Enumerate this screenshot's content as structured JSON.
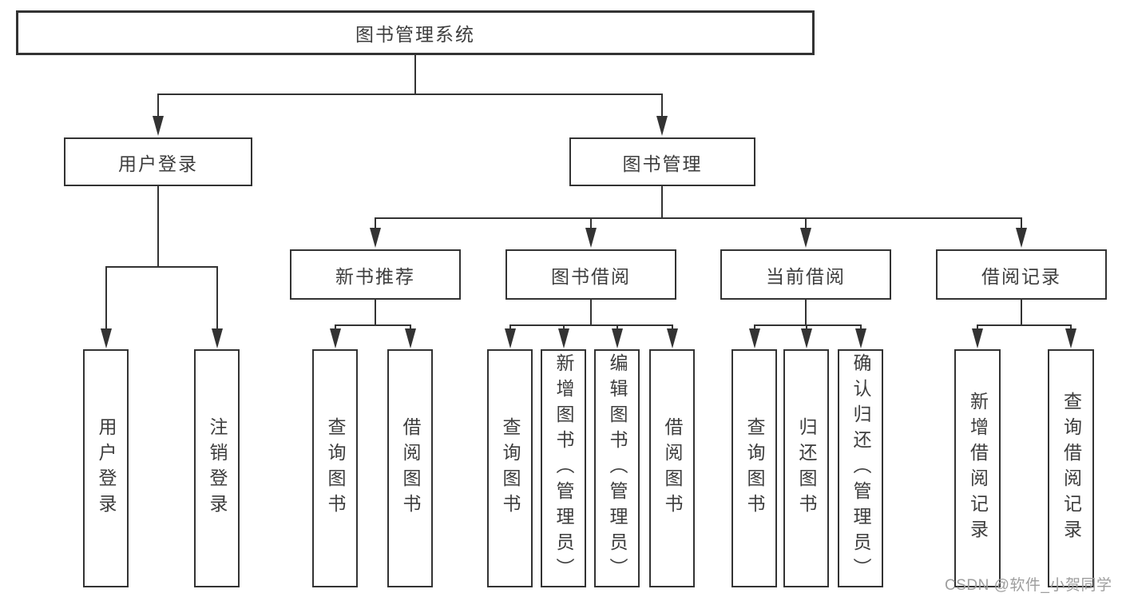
{
  "diagram": {
    "root": "图书管理系统",
    "level1": [
      "用户登录",
      "图书管理"
    ],
    "level2": [
      "新书推荐",
      "图书借阅",
      "当前借阅",
      "借阅记录"
    ],
    "leaves": [
      "用户登录",
      "注销登录",
      "查询图书",
      "借阅图书",
      "查询图书",
      "新增图书（管理员）",
      "编辑图书（管理员）",
      "借阅图书",
      "查询图书",
      "归还图书",
      "确认归还（管理员）",
      "新增借阅记录",
      "查询借阅记录"
    ]
  },
  "watermark": "CSDN @软件_小贺同学",
  "colors": {
    "line": "#333333",
    "text": "#3d3d3d",
    "watermark": "#9e9e9e",
    "background": "#ffffff"
  }
}
